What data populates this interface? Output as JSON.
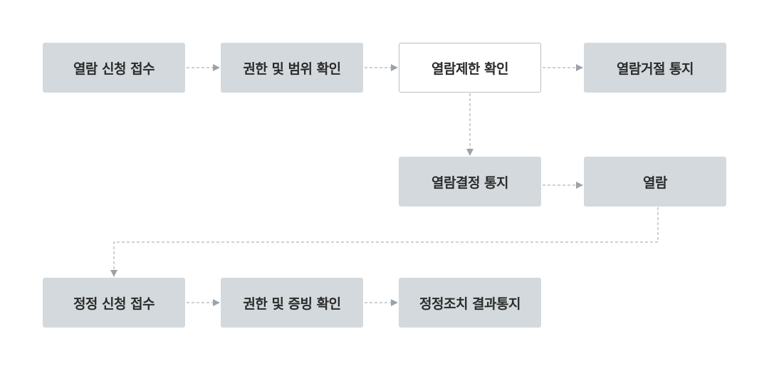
{
  "steps": {
    "request_receipt": "열람 신청 접수",
    "authority_scope_check": "권한 및 범위 확인",
    "restriction_check": "열람제한 확인",
    "rejection_notice": "열람거절 통지",
    "decision_notice": "열람결정 통지",
    "viewing": "열람",
    "correction_request_receipt": "정정 신청 접수",
    "authority_evidence_check": "권한 및 증빙 확인",
    "correction_result_notice": "정정조치 결과통지"
  },
  "colors": {
    "box_fill": "#d3d9dc",
    "highlight_fill": "#ffffff",
    "connector": "#9aa3ab"
  }
}
